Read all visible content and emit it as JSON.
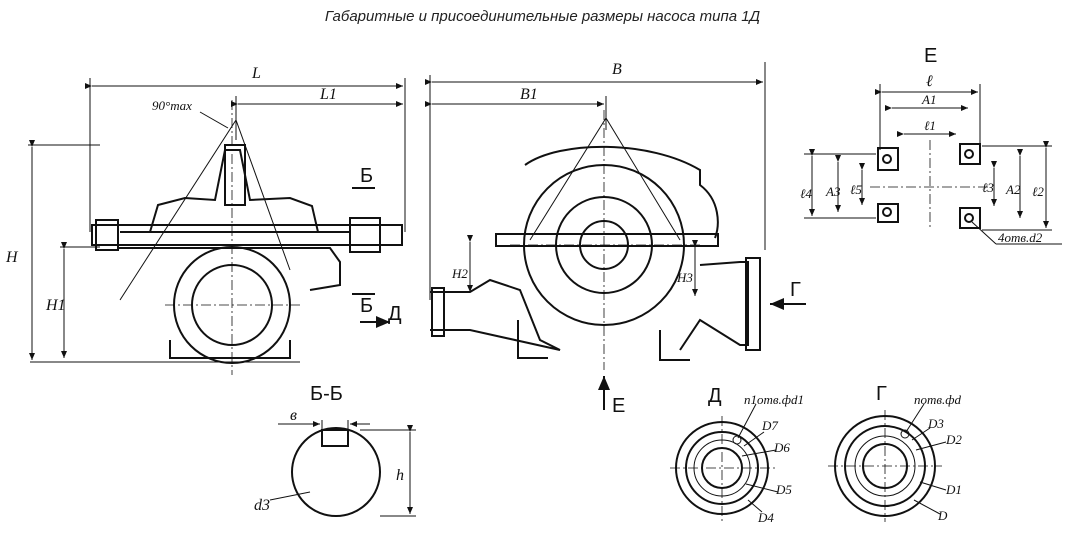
{
  "title": "Габаритные и присоединительные размеры насоса типа 1Д",
  "views": {
    "section_e": "Е",
    "section_bb": "Б-Б",
    "view_d": "Д",
    "view_g": "Г",
    "arrow_e": "Е",
    "arrow_g": "Г",
    "arrow_d": "Д",
    "cut_b_top": "Б",
    "cut_b_bottom": "Б"
  },
  "dimensions": {
    "L": "L",
    "L1": "L1",
    "angle": "90°max",
    "H": "H",
    "H1": "H1",
    "B": "B",
    "B1": "B1",
    "H2": "H2",
    "H3": "H3",
    "l": "ℓ",
    "A1": "A1",
    "l1": "ℓ1",
    "l4": "ℓ4",
    "A3": "A3",
    "l3": "ℓ3",
    "l5": "ℓ5",
    "A2": "A2",
    "l2": "ℓ2",
    "holes_e": "4отв.d2",
    "b": "в",
    "h": "h",
    "d3": "d3",
    "holes_d": "n1отв.фd1",
    "D7": "D7",
    "D6": "D6",
    "D5": "D5",
    "D4": "D4",
    "holes_g": "nотв.фd",
    "D3": "D3",
    "D2": "D2",
    "D1": "D1",
    "D": "D"
  }
}
